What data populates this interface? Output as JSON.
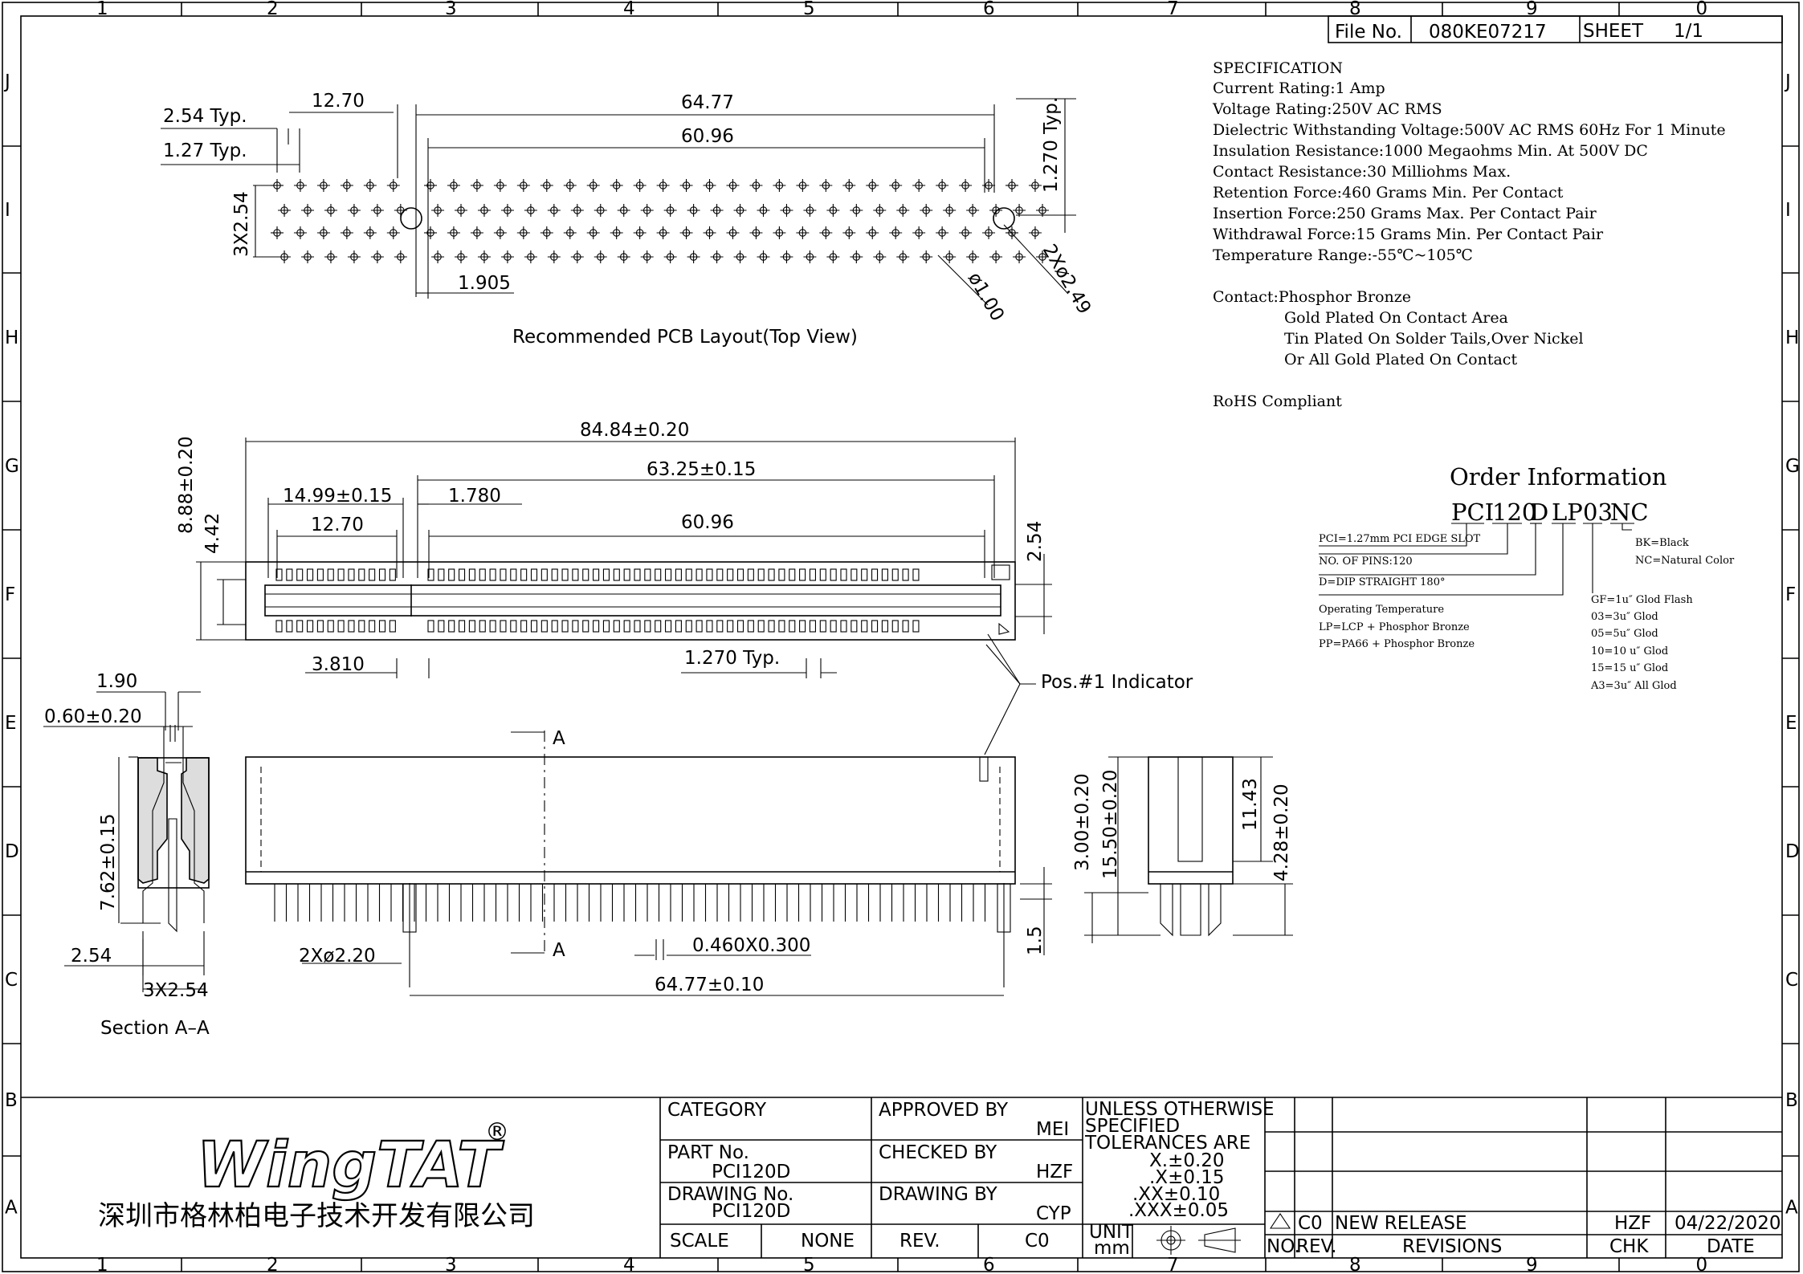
{
  "frame": {
    "cols_top": [
      "1",
      "2",
      "3",
      "4",
      "5",
      "6",
      "7",
      "8",
      "9",
      "0"
    ],
    "cols_bottom": [
      "1",
      "2",
      "3",
      "4",
      "5",
      "6",
      "7",
      "8",
      "9",
      "0"
    ],
    "rows": [
      "J",
      "I",
      "H",
      "G",
      "F",
      "E",
      "D",
      "C",
      "B",
      "A"
    ]
  },
  "file": {
    "label": "File No.",
    "value": "080KE07217",
    "sheet_label": "SHEET",
    "sheet_value": "1/1"
  },
  "spec": {
    "heading": "SPECIFICATION",
    "lines": [
      "Current Rating:1 Amp",
      "Voltage Rating:250V AC RMS",
      "Dielectric Withstanding Voltage:500V AC RMS 60Hz For 1 Minute",
      "Insulation Resistance:1000 Megaohms Min. At 500V DC",
      "Contact Resistance:30 Milliohms Max.",
      "Retention Force:460 Grams Min. Per Contact",
      "Insertion Force:250 Grams Max. Per Contact Pair",
      "Withdrawal Force:15 Grams Min. Per Contact Pair",
      "Temperature Range:-55℃~105℃"
    ],
    "contact": [
      "Contact:Phosphor Bronze",
      "Gold Plated On Contact Area",
      "Tin Plated On Solder Tails,Over Nickel",
      "Or All Gold Plated On Contact"
    ],
    "rohs": "RoHS Compliant"
  },
  "order": {
    "title": "Order Information",
    "code": [
      "PCI",
      "120",
      "D",
      "LP",
      "03",
      "NC"
    ],
    "notes": {
      "pci": "PCI=1.27mm PCI EDGE SLOT",
      "pins": "NO. OF PINS:120",
      "dip": "D=DIP STRAIGHT 180°",
      "temp": [
        "Operating Temperature",
        "LP=LCP + Phosphor Bronze",
        "PP=PA66 + Phosphor Bronze"
      ],
      "plating": [
        "GF=1u″ Glod Flash",
        "03=3u″ Glod",
        "05=5u″ Glod",
        "10=10 u″ Glod",
        "15=15 u″ Glod",
        "A3=3u″ All Glod"
      ],
      "color": [
        "BK=Black",
        "NC=Natural Color"
      ]
    }
  },
  "pcb": {
    "d_254": "2.54 Typ.",
    "d_127": "1.27 Typ.",
    "d_1270": "12.70",
    "d_6477": "64.77",
    "d_6096": "60.96",
    "d_1270typ": "1.270 Typ.",
    "d_3x254": "3X2.54",
    "d_1905": "1.905",
    "d_100": "ø1.00",
    "d_249": "2Xø2.49",
    "caption": "Recommended PCB Layout(Top View)"
  },
  "top": {
    "d_8484": "84.84±0.20",
    "d_6325": "63.25±0.15",
    "d_1499": "14.99±0.15",
    "d_1780": "1.780",
    "d_1270": "12.70",
    "d_6096": "60.96",
    "d_888": "8.88±0.20",
    "d_442": "4.42",
    "d_254": "2.54",
    "d_3810": "3.810",
    "d_1270typ": "1.270 Typ.",
    "pos1": "Pos.#1 Indicator"
  },
  "front": {
    "a_top": "A",
    "a_bot": "A",
    "d_220": "2Xø2.20",
    "d_0460": "0.460X0.300",
    "d_6477": "64.77±0.10",
    "d_15": "1.5"
  },
  "section": {
    "d_190": "1.90",
    "d_060": "0.60±0.20",
    "d_762": "7.62±0.15",
    "d_254": "2.54",
    "d_3x254": "3X2.54",
    "caption": "Section A–A"
  },
  "side": {
    "d_300": "3.00±0.20",
    "d_1550": "15.50±0.20",
    "d_1143": "11.43",
    "d_428": "4.28±0.20"
  },
  "title_block": {
    "logo": "WingTAT",
    "logo_mark": "®",
    "company": "深圳市格林柏电子技术开发有限公司",
    "category_label": "CATEGORY",
    "approved_label": "APPROVED BY",
    "approved_value": "MEI",
    "part_label": "PART No.",
    "part_value": "PCI120D",
    "checked_label": "CHECKED BY",
    "checked_value": "HZF",
    "drawing_label": "DRAWING No.",
    "drawing_value": "PCI120D",
    "drawingby_label": "DRAWING BY",
    "drawingby_value": "CYP",
    "scale_label": "SCALE",
    "scale_value": "NONE",
    "rev_label": "REV.",
    "rev_value": "C0",
    "tol": [
      "UNLESS OTHERWISE",
      "SPECIFIED",
      "TOLERANCES ARE",
      "X.±0.20",
      ".X±0.15",
      ".XX±0.10",
      ".XXX±0.05"
    ],
    "unit_label": "UNIT",
    "unit_value": "mm",
    "rev_row": {
      "no": "C0",
      "desc": "NEW RELEASE",
      "chk": "HZF",
      "date": "04/22/2020"
    },
    "rev_head": {
      "no": "NO.",
      "rev": "REV.",
      "revisions": "REVISIONS",
      "chk": "CHK",
      "date": "DATE"
    }
  }
}
